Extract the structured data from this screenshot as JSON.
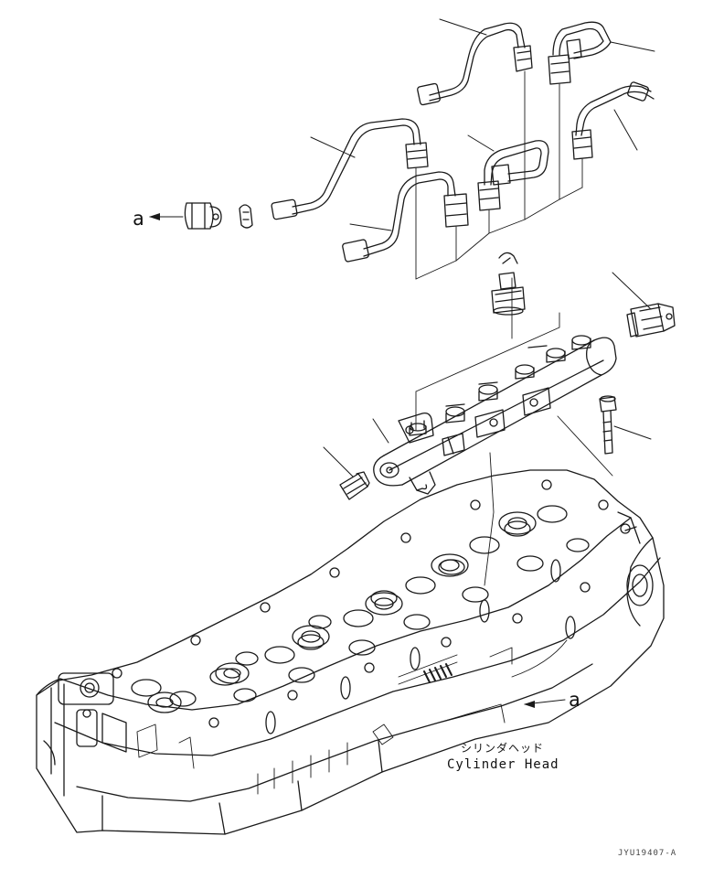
{
  "labels": {
    "ref_left": "a",
    "ref_right": "a"
  },
  "caption": {
    "japanese": "シリンダヘッド",
    "english": "Cylinder Head"
  },
  "drawing_id": "JYU19407-A",
  "colors": {
    "line": "#1a1a1a",
    "background": "#ffffff"
  }
}
